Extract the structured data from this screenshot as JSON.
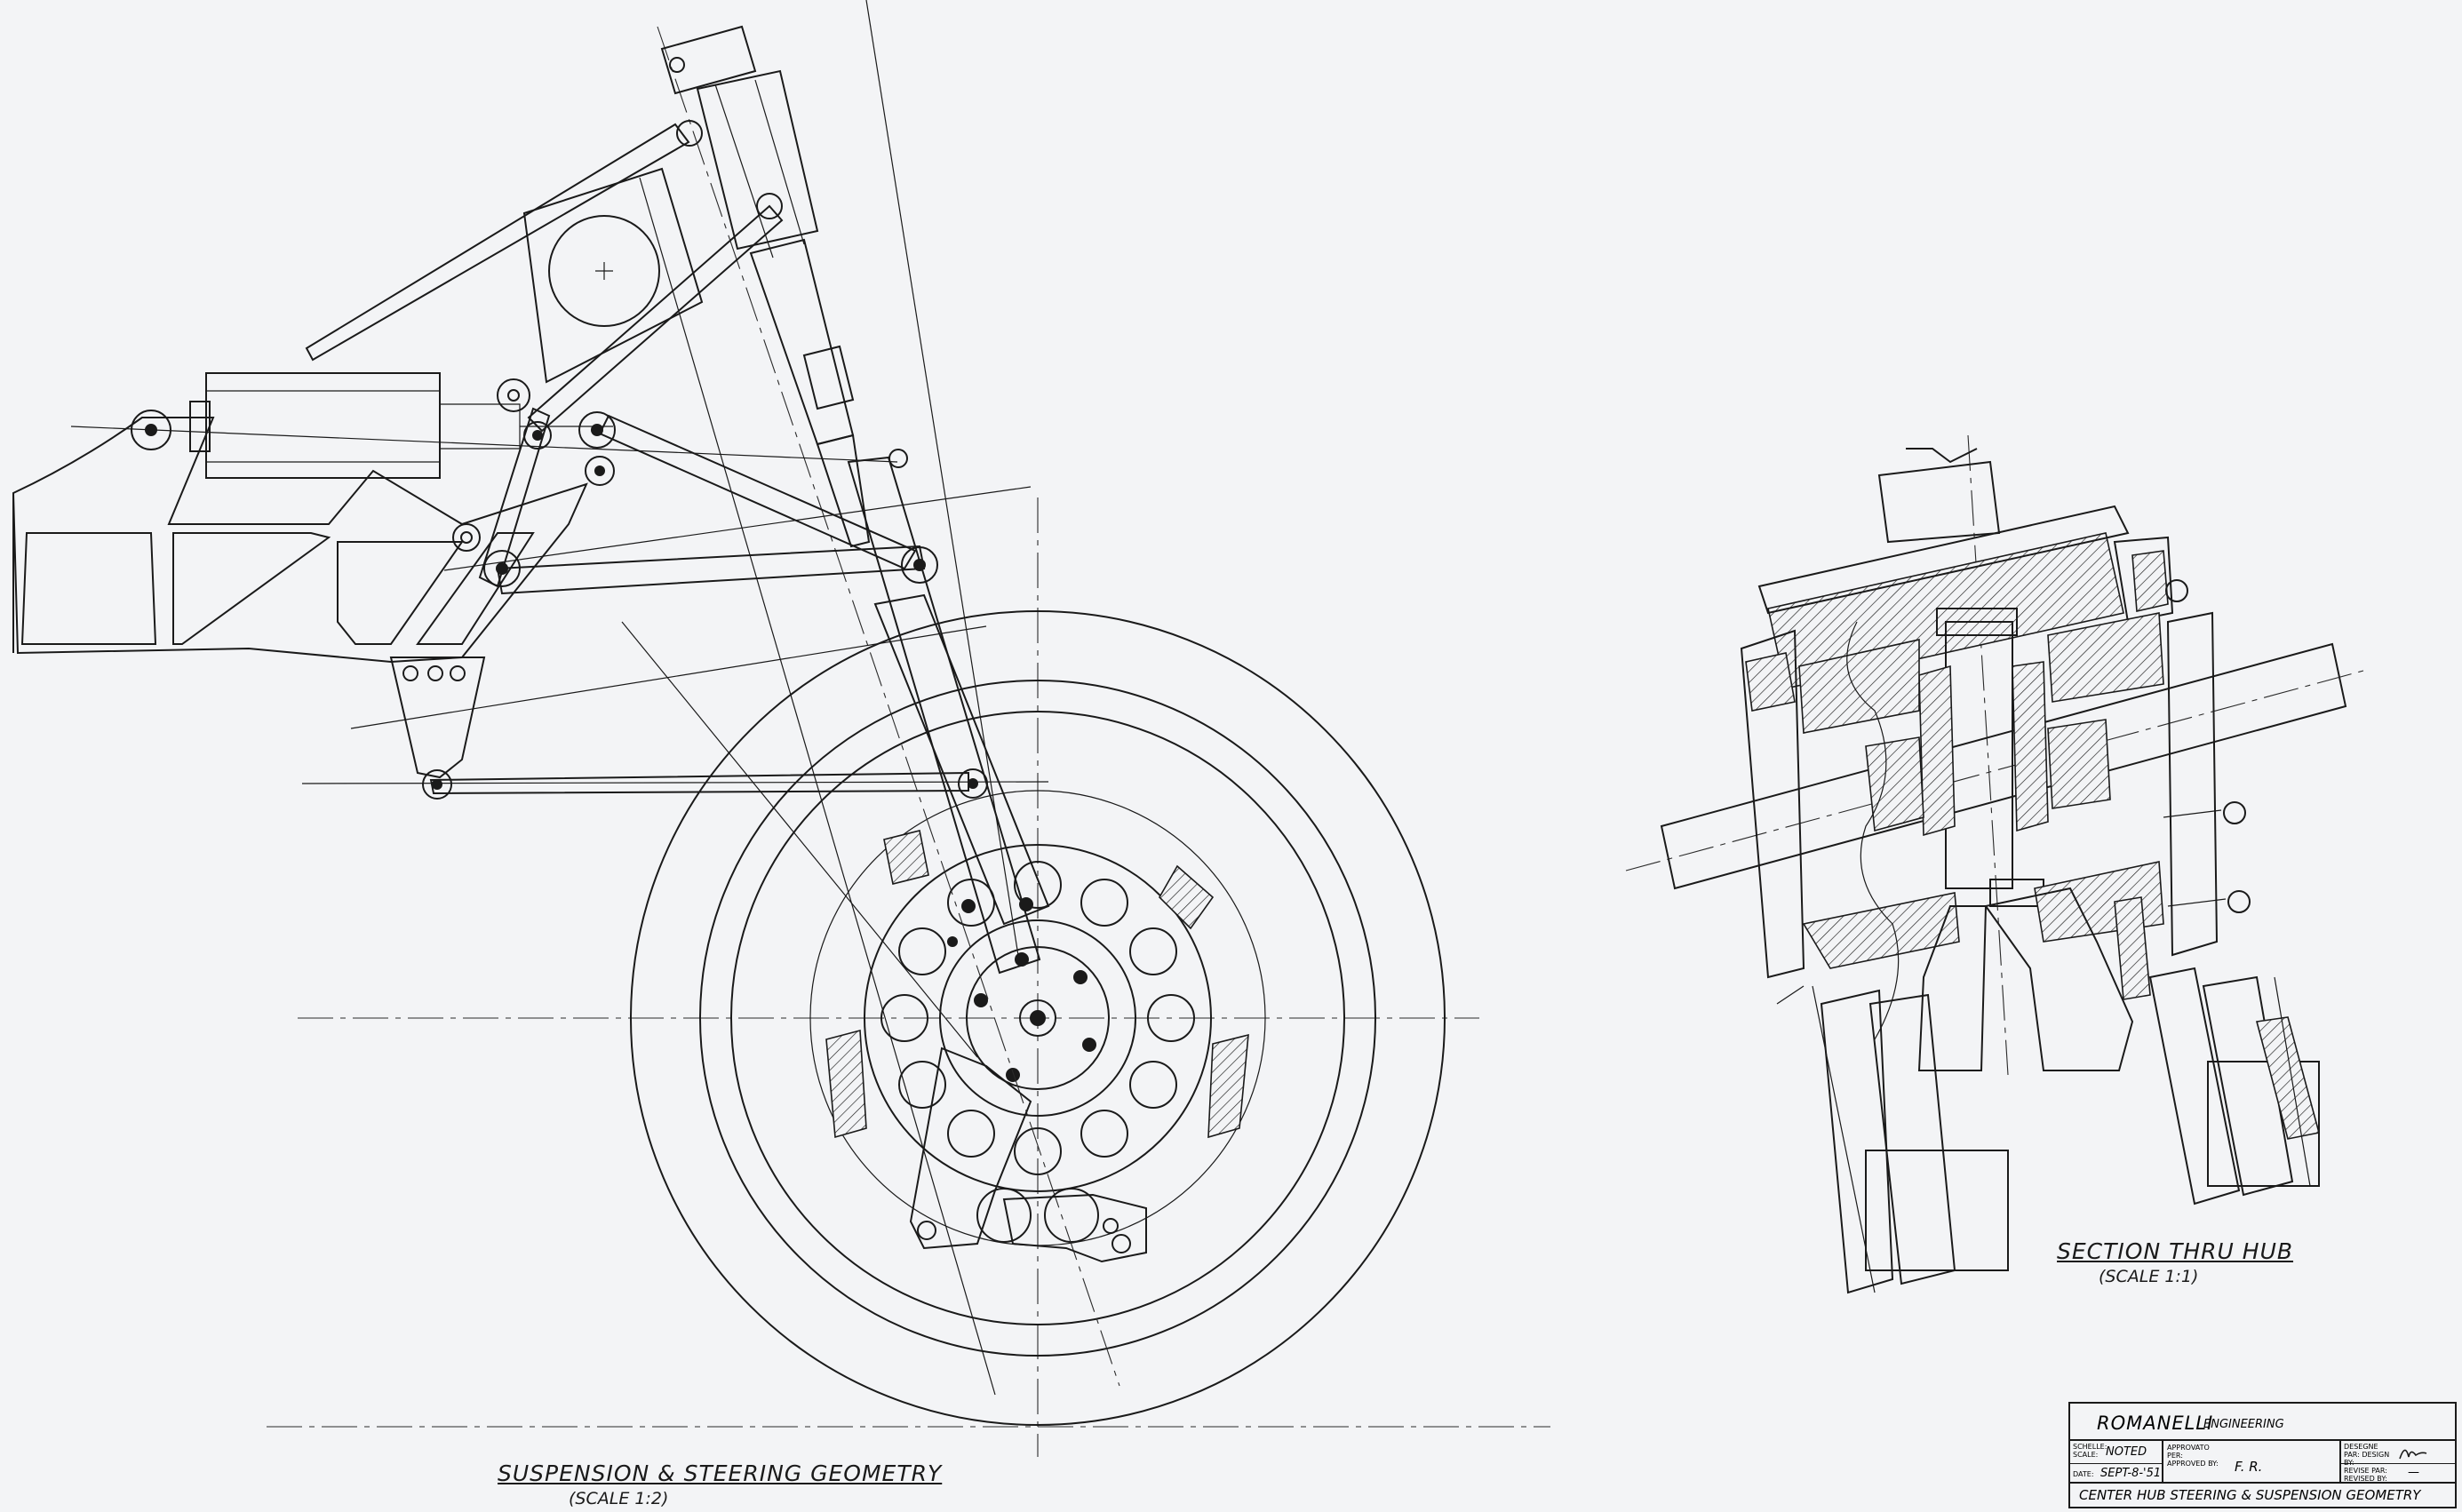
{
  "captions": {
    "suspension_title": "SUSPENSION & STEERING GEOMETRY",
    "suspension_scale": "(SCALE 1:2)",
    "hub_title": "SECTION THRU HUB",
    "hub_scale": "(SCALE 1:1)"
  },
  "title_block": {
    "company": "ROMANELLI",
    "company_sub": "ENGINEERING",
    "scale_label": "SCHELLE: SCALE:",
    "scale_value": "NOTED",
    "approved_label": "APPROVATO PER: APPROVED BY:",
    "approved_value": "F. R.",
    "date_label": "DATE:",
    "date_value": "SEPT-8-'51",
    "designer_label": "DESEGNE PAR: DESIGN BY:",
    "revised_label": "REVISE PAR: REVISED BY:",
    "revised_value": "—",
    "drawing_title": "CENTER HUB STEERING & SUSPENSION GEOMETRY"
  },
  "colors": {
    "paper": "#f3f4f6",
    "ink": "#1a1a1a"
  },
  "icons": {
    "signature": "designer-signature-icon"
  }
}
